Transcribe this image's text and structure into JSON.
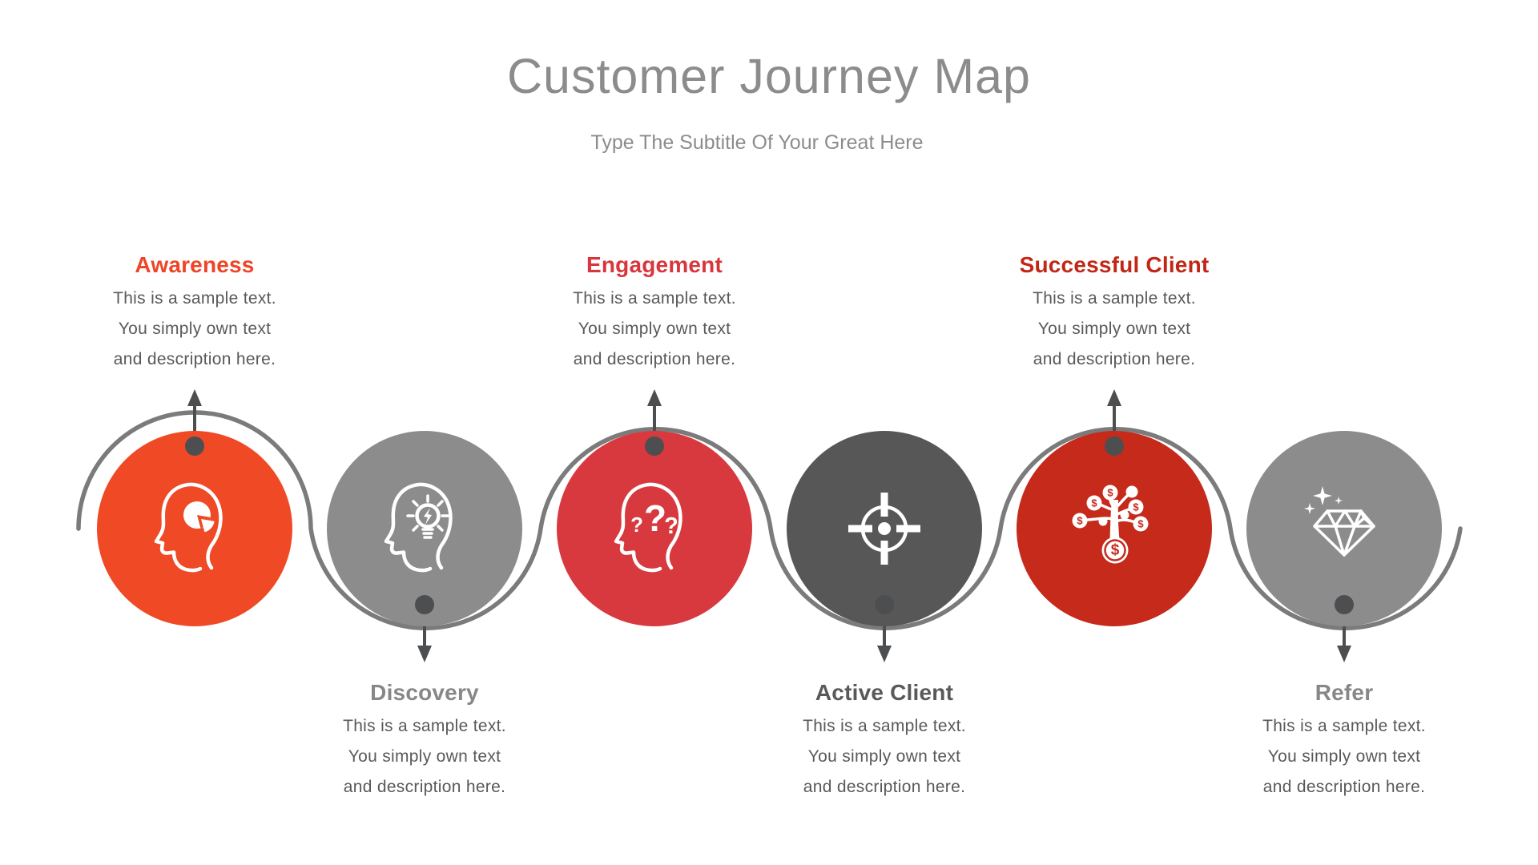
{
  "header": {
    "title": "Customer Journey Map",
    "subtitle": "Type The Subtitle Of Your Great Here"
  },
  "colors": {
    "background": "#ffffff",
    "title_text": "#8c8c8c",
    "subtitle_text": "#8c8c8c",
    "body_text": "#58595b",
    "wave": "#7b7b7b",
    "arrow": "#4d4e50"
  },
  "stages": [
    {
      "name": "awareness",
      "title": "Awareness",
      "label_position": "top",
      "icon": "head-pie-chart",
      "circle_color": "#ef4a25",
      "title_color": "#ef4426",
      "description": [
        "This is a sample text.",
        "You simply own text",
        "and description here."
      ]
    },
    {
      "name": "discovery",
      "title": "Discovery",
      "label_position": "bottom",
      "icon": "head-lightbulb",
      "circle_color": "#8c8c8c",
      "title_color": "#878787",
      "description": [
        "This is a sample text.",
        "You simply own text",
        "and description here."
      ]
    },
    {
      "name": "engagement",
      "title": "Engagement",
      "label_position": "top",
      "icon": "head-question-marks",
      "circle_color": "#d8393f",
      "title_color": "#d8363c",
      "description": [
        "This is a sample text.",
        "You simply own text",
        "and description here."
      ]
    },
    {
      "name": "active-client",
      "title": "Active Client",
      "label_position": "bottom",
      "icon": "target",
      "circle_color": "#575757",
      "title_color": "#595959",
      "description": [
        "This is a sample text.",
        "You simply own text",
        "and description here."
      ]
    },
    {
      "name": "successful-client",
      "title": "Successful Client",
      "label_position": "top",
      "icon": "money-tree",
      "circle_color": "#c52a1b",
      "title_color": "#c22716",
      "description": [
        "This is a sample text.",
        "You simply own text",
        "and description here."
      ]
    },
    {
      "name": "refer",
      "title": "Refer",
      "label_position": "bottom",
      "icon": "diamond",
      "circle_color": "#8c8c8c",
      "title_color": "#878787",
      "description": [
        "This is a sample text.",
        "You simply own text",
        "and description here."
      ]
    }
  ]
}
